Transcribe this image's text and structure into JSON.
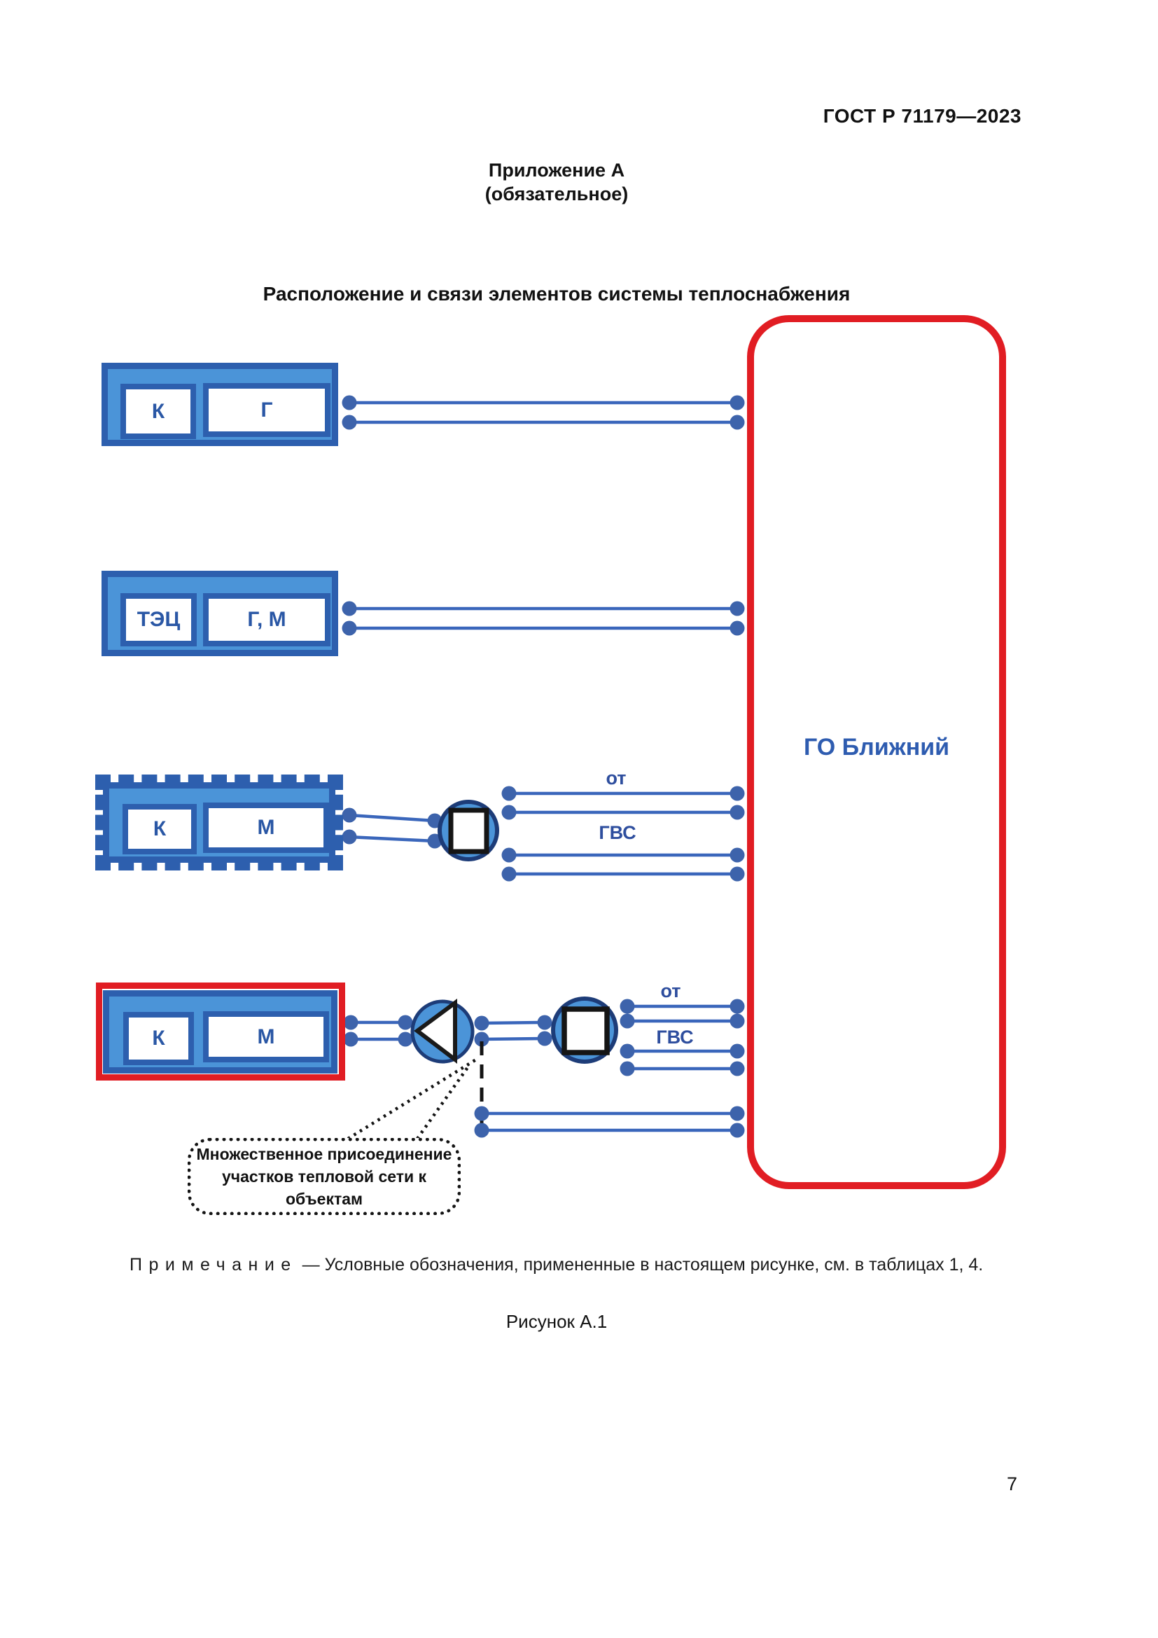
{
  "page": {
    "doc_code": "ГОСТ Р 71179—2023",
    "appendix": {
      "title": "Приложение А",
      "subtitle": "(обязательное)"
    },
    "figure_title": "Расположение и связи элементов системы теплоснабжения",
    "note": {
      "label": "Примечание",
      "text": "— Условные обозначения, примененные в настоящем рисунке, см. в таблицах 1, 4."
    },
    "figure_caption": "Рисунок А.1",
    "page_number": "7"
  },
  "diagram": {
    "consumer": {
      "label": "ГО Ближний"
    },
    "sources": [
      {
        "frame": "solid",
        "cells": [
          {
            "label": "К"
          },
          {
            "label": "Г"
          }
        ]
      },
      {
        "frame": "solid",
        "cells": [
          {
            "label": "ТЭЦ"
          },
          {
            "label": "Г, М"
          }
        ]
      },
      {
        "frame": "dashed",
        "cells": [
          {
            "label": "К"
          },
          {
            "label": "М"
          }
        ]
      },
      {
        "frame": "red",
        "cells": [
          {
            "label": "К"
          },
          {
            "label": "М"
          }
        ]
      }
    ],
    "pipe_labels": {
      "row3_heating": "от",
      "row3_hot_water": "ГВС",
      "row4_heating": "от",
      "row4_hot_water": "ГВС"
    },
    "callout": {
      "lines": [
        "Множественное присоединение",
        "участков тепловой сети к",
        "объектам"
      ]
    },
    "colors": {
      "box_border_blue": "#2d5fae",
      "box_fill_blue": "#4b94d8",
      "cell_label_blue": "#2a57a5",
      "pipe_line_blue": "#3a66bb",
      "node_dot_blue": "#3d63ab",
      "symbol_ring_navy": "#1d3c78",
      "accent_red": "#e11d23",
      "consumer_label_blue": "#2e5cb0",
      "pipe_label_navy": "#2e4e9e"
    }
  }
}
